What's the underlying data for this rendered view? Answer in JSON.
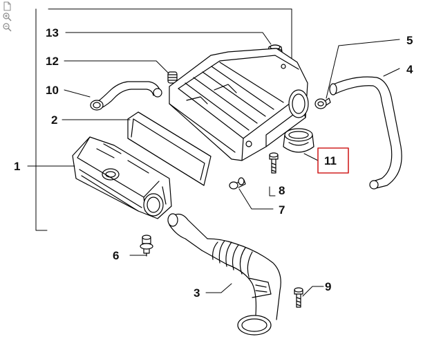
{
  "toolbar": {
    "icons": [
      "page-icon",
      "zoom-in-icon",
      "zoom-out-icon"
    ]
  },
  "callouts": [
    {
      "id": "13",
      "label": "13"
    },
    {
      "id": "12",
      "label": "12"
    },
    {
      "id": "10",
      "label": "10"
    },
    {
      "id": "2",
      "label": "2"
    },
    {
      "id": "1",
      "label": "1"
    },
    {
      "id": "5",
      "label": "5"
    },
    {
      "id": "4",
      "label": "4"
    },
    {
      "id": "11",
      "label": "11",
      "highlighted": true
    },
    {
      "id": "8",
      "label": "8"
    },
    {
      "id": "7",
      "label": "7"
    },
    {
      "id": "6",
      "label": "6"
    },
    {
      "id": "3",
      "label": "3"
    },
    {
      "id": "9",
      "label": "9"
    }
  ],
  "colors": {
    "line": "#000000",
    "highlight": "#d02020",
    "background": "#ffffff"
  }
}
